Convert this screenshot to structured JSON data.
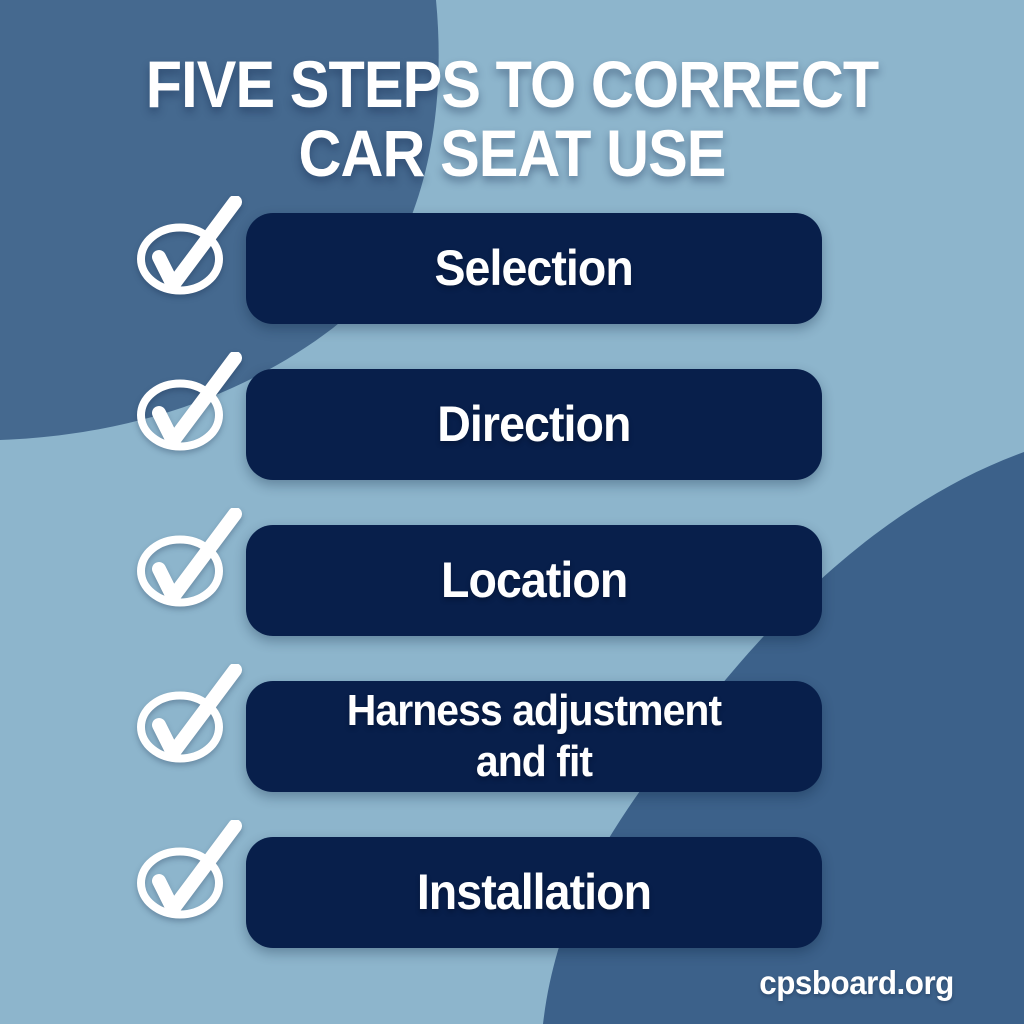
{
  "title": {
    "line1": "FIVE STEPS TO CORRECT",
    "line2": "CAR SEAT USE"
  },
  "steps": [
    {
      "label": "Selection",
      "icon": "check-circle-icon"
    },
    {
      "label": "Direction",
      "icon": "check-circle-icon"
    },
    {
      "label": "Location",
      "icon": "check-circle-icon"
    },
    {
      "label": "Harness adjustment and fit",
      "icon": "check-circle-icon"
    },
    {
      "label": "Installation",
      "icon": "check-circle-icon"
    }
  ],
  "footer": {
    "website": "cpsboard.org"
  },
  "colors": {
    "background": "#8db5cc",
    "blob_top_left": "#45698f",
    "blob_bottom_right": "#3c618a",
    "step_pill": "#081f4b",
    "text": "#ffffff"
  }
}
